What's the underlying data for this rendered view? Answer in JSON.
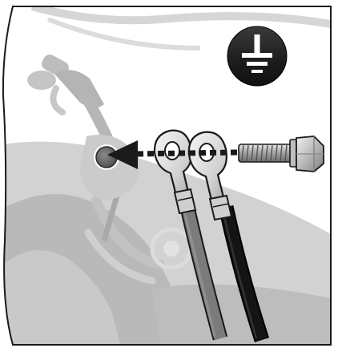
{
  "illustration": {
    "panel_border_color": "#1a1a1a",
    "background_color": "#ffffff",
    "ghost_color": "#c8c8c8",
    "ghost_dark_color": "#a9a9a9",
    "arrow_color": "#1a1a1a",
    "ground_symbol": {
      "icon": "earth-ground-icon",
      "badge_color": "#1c1c1c",
      "symbol_color": "#ffffff"
    },
    "cables": [
      {
        "name": "gray-ground-cable",
        "color": "#7b7b7b",
        "lug": "ring-terminal"
      },
      {
        "name": "black-ground-cable",
        "color": "#141414",
        "lug": "ring-terminal"
      }
    ],
    "bolt": {
      "icon": "hex-bolt-icon",
      "color": "#a0a0a0"
    },
    "hole": {
      "icon": "mounting-hole-icon",
      "color": "#6e6e6e"
    }
  }
}
